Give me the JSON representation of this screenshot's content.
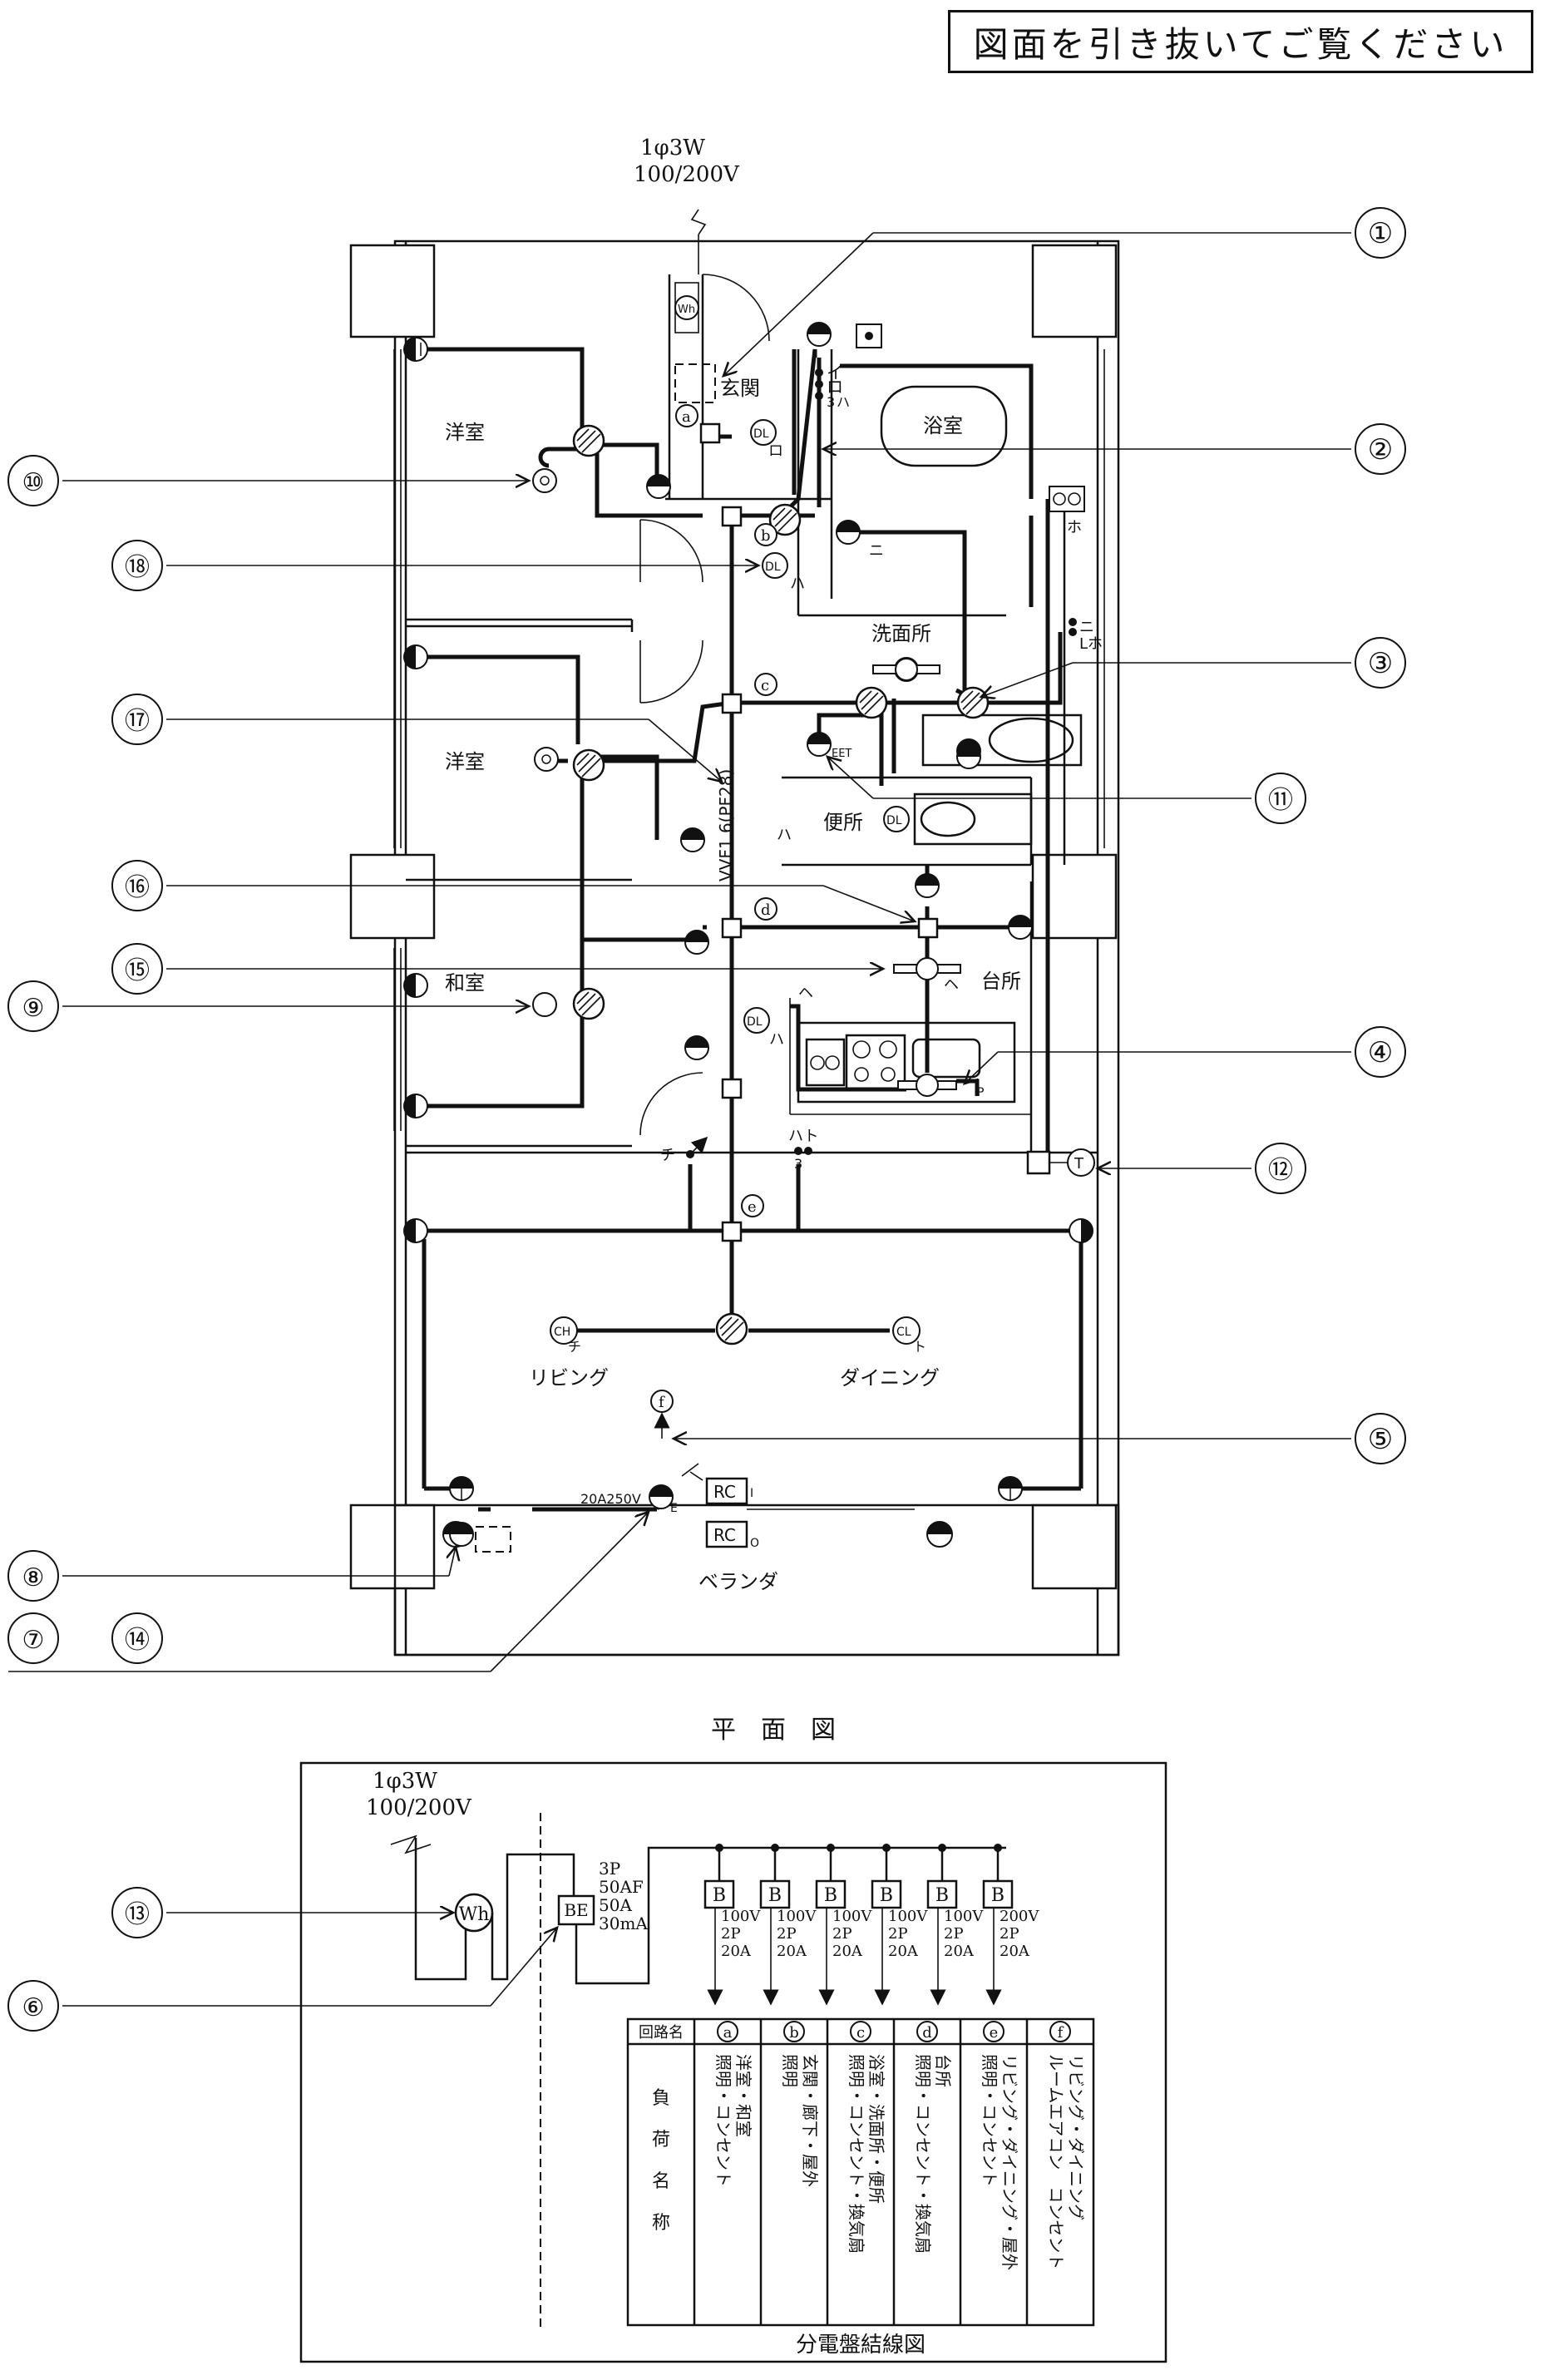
{
  "header": {
    "notice": "図面を引き抜いてご覧ください"
  },
  "supply": {
    "phase": "1φ3W",
    "voltage": "100/200V"
  },
  "plan": {
    "title": "平　面　図",
    "rooms": {
      "youshitsu1": "洋室",
      "genkan": "玄関",
      "yokushitsu": "浴室",
      "youshitsu2": "洋室",
      "senmenjo": "洗面所",
      "benjo": "便所",
      "washitsu": "和室",
      "daidokoro": "台所",
      "living": "リビング",
      "dining": "ダイニング",
      "veranda": "ベランダ"
    },
    "callouts": [
      "①",
      "②",
      "③",
      "④",
      "⑤",
      "⑥",
      "⑦",
      "⑧",
      "⑨",
      "⑩",
      "⑪",
      "⑫",
      "⑬",
      "⑭",
      "⑮",
      "⑯",
      "⑰",
      "⑱"
    ],
    "circuits": [
      "a",
      "b",
      "c",
      "d",
      "e",
      "f"
    ],
    "symbols": {
      "wh": "Wh",
      "dl": "DL",
      "ch": "CH",
      "cl": "CL",
      "rc": "RC",
      "t": "T",
      "be": "BE",
      "b": "B",
      "eet": "EET",
      "p": "P",
      "e": "E",
      "i": "I",
      "o": "O"
    },
    "switch_labels": {
      "i": "イ",
      "ro": "ロ",
      "ha": "ハ",
      "ni": "ニ",
      "ho": "ホ",
      "he": "ヘ",
      "to": "ト",
      "chi": "チ",
      "three": "3",
      "ha_to": "ハト",
      "l_ho": "Lホ"
    },
    "cable_label": "VVF1.6(PF28)",
    "outlet_rating": "20A250V"
  },
  "panel": {
    "title": "分電盤結線図",
    "main_breaker": {
      "poles": "3P",
      "af": "50AF",
      "rating": "50A",
      "sensitivity": "30mA"
    },
    "branches": [
      {
        "v": "100V",
        "p": "2P",
        "a": "20A"
      },
      {
        "v": "100V",
        "p": "2P",
        "a": "20A"
      },
      {
        "v": "100V",
        "p": "2P",
        "a": "20A"
      },
      {
        "v": "100V",
        "p": "2P",
        "a": "20A"
      },
      {
        "v": "100V",
        "p": "2P",
        "a": "20A"
      },
      {
        "v": "200V",
        "p": "2P",
        "a": "20A"
      }
    ],
    "table": {
      "header_label": "回路名",
      "load_label_chars": [
        "負",
        "荷",
        "名",
        "称"
      ],
      "loads": [
        [
          "洋室・和室",
          "照明・コンセント"
        ],
        [
          "玄関・廊下・屋外",
          "照明"
        ],
        [
          "浴室・洗面所・便所",
          "照明・コンセント・換気扇"
        ],
        [
          "台所",
          "照明・コンセント・換気扇"
        ],
        [
          "リビング・ダイニング・屋外",
          "照明・コンセント"
        ],
        [
          "リビング・ダイニング",
          "ルームエアコン　コンセント"
        ]
      ]
    }
  }
}
